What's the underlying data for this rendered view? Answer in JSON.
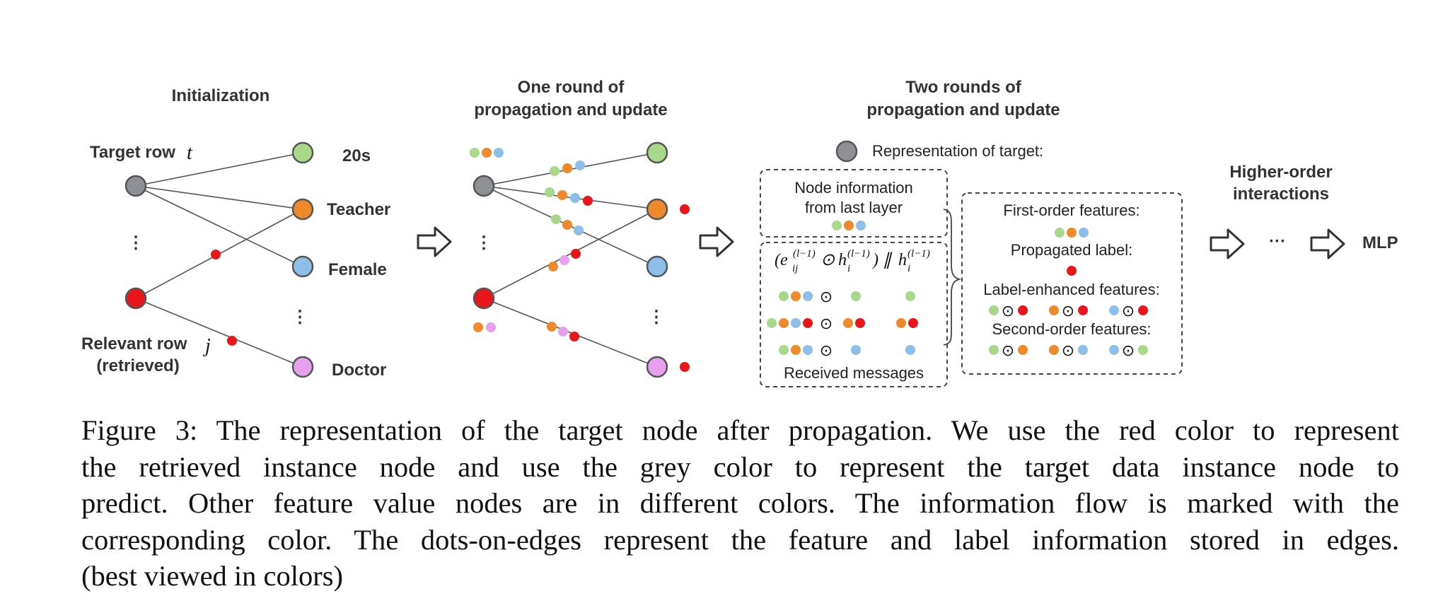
{
  "colors": {
    "grey": "#8e9095",
    "red": "#e8151b",
    "green": "#a8d88a",
    "orange": "#ee8a2c",
    "blue": "#8dbfe8",
    "violet": "#e6a0ee"
  },
  "panel1": {
    "title": "Initialization",
    "target_label": "Target row",
    "target_var": "t",
    "relevant_label_1": "Relevant row",
    "relevant_label_2": "(retrieved)",
    "relevant_var": "j",
    "feature_nodes": [
      "20s",
      "Teacher",
      "Female",
      "Doctor"
    ],
    "ellipsis": "⋮"
  },
  "panel2": {
    "title_1": "One round of",
    "title_2": "propagation and update"
  },
  "panel3": {
    "title_1": "Two rounds of",
    "title_2": "propagation and update",
    "target_repr": "Representation of target:",
    "node_info_1": "Node information",
    "node_info_2": "from last layer",
    "received": "Received messages",
    "first_order": "First-order features:",
    "propagated": "Propagated label:",
    "label_enhanced": "Label-enhanced features:",
    "second_order": "Second-order features:",
    "odot": "⊙"
  },
  "panel4": {
    "title_1": "Higher-order",
    "title_2": "interactions",
    "dots": "···",
    "mlp": "MLP"
  },
  "caption": {
    "lines": [
      "Figure 3: The representation of the target node after propagation. We use the red color to represent",
      "the retrieved instance node and use the grey color to represent the target data instance node to",
      "predict. Other feature value nodes are in different colors. The information flow is marked with the",
      "corresponding color. The dots-on-edges represent the feature and label information stored in edges.",
      "(best viewed in colors)"
    ]
  }
}
